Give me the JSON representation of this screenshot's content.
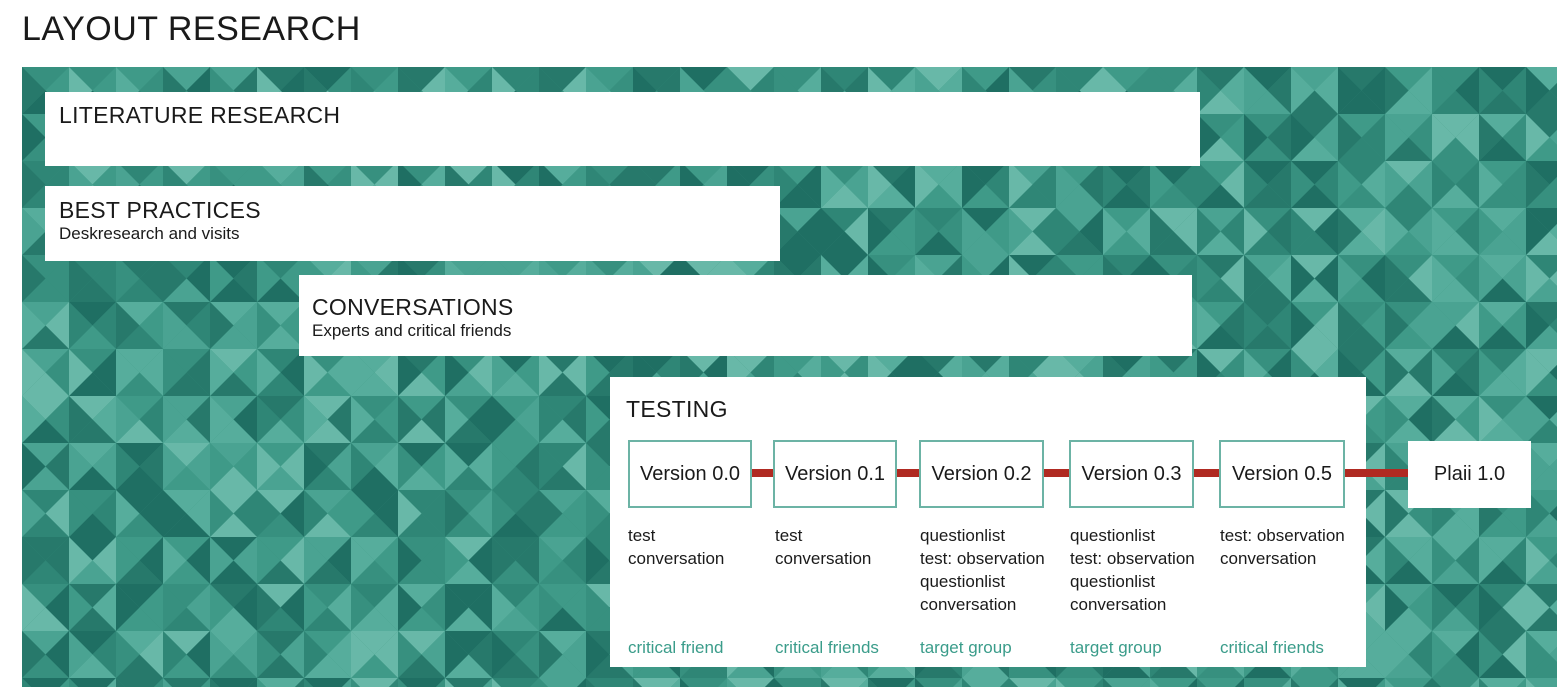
{
  "title": "LAYOUT RESEARCH",
  "colors": {
    "board_base": "#37907f",
    "accent_teal": "#3a9c8a",
    "box_border": "#6cb3a5",
    "connector_red": "#b02a22"
  },
  "phases": {
    "literature": {
      "title": "LITERATURE RESEARCH",
      "subtitle": ""
    },
    "best_practices": {
      "title": "BEST PRACTICES",
      "subtitle": "Deskresearch and visits"
    },
    "conversations": {
      "title": "CONVERSATIONS",
      "subtitle": "Experts and critical friends"
    },
    "testing": {
      "title": "TESTING"
    }
  },
  "versions": [
    {
      "label": "Version 0.0",
      "methods": [
        "test",
        "conversation"
      ],
      "audience": "critical friend"
    },
    {
      "label": "Version 0.1",
      "methods": [
        "test",
        "conversation"
      ],
      "audience": "critical friends"
    },
    {
      "label": "Version 0.2",
      "methods": [
        "questionlist",
        "test: observation",
        "questionlist",
        "conversation"
      ],
      "audience": "target group"
    },
    {
      "label": "Version 0.3",
      "methods": [
        "questionlist",
        "test: observation",
        "questionlist",
        "conversation"
      ],
      "audience": "target group"
    },
    {
      "label": "Version 0.5",
      "methods": [
        "test: observation",
        "conversation"
      ],
      "audience": "critical friends"
    }
  ],
  "final": {
    "label": "Plaii 1.0"
  }
}
